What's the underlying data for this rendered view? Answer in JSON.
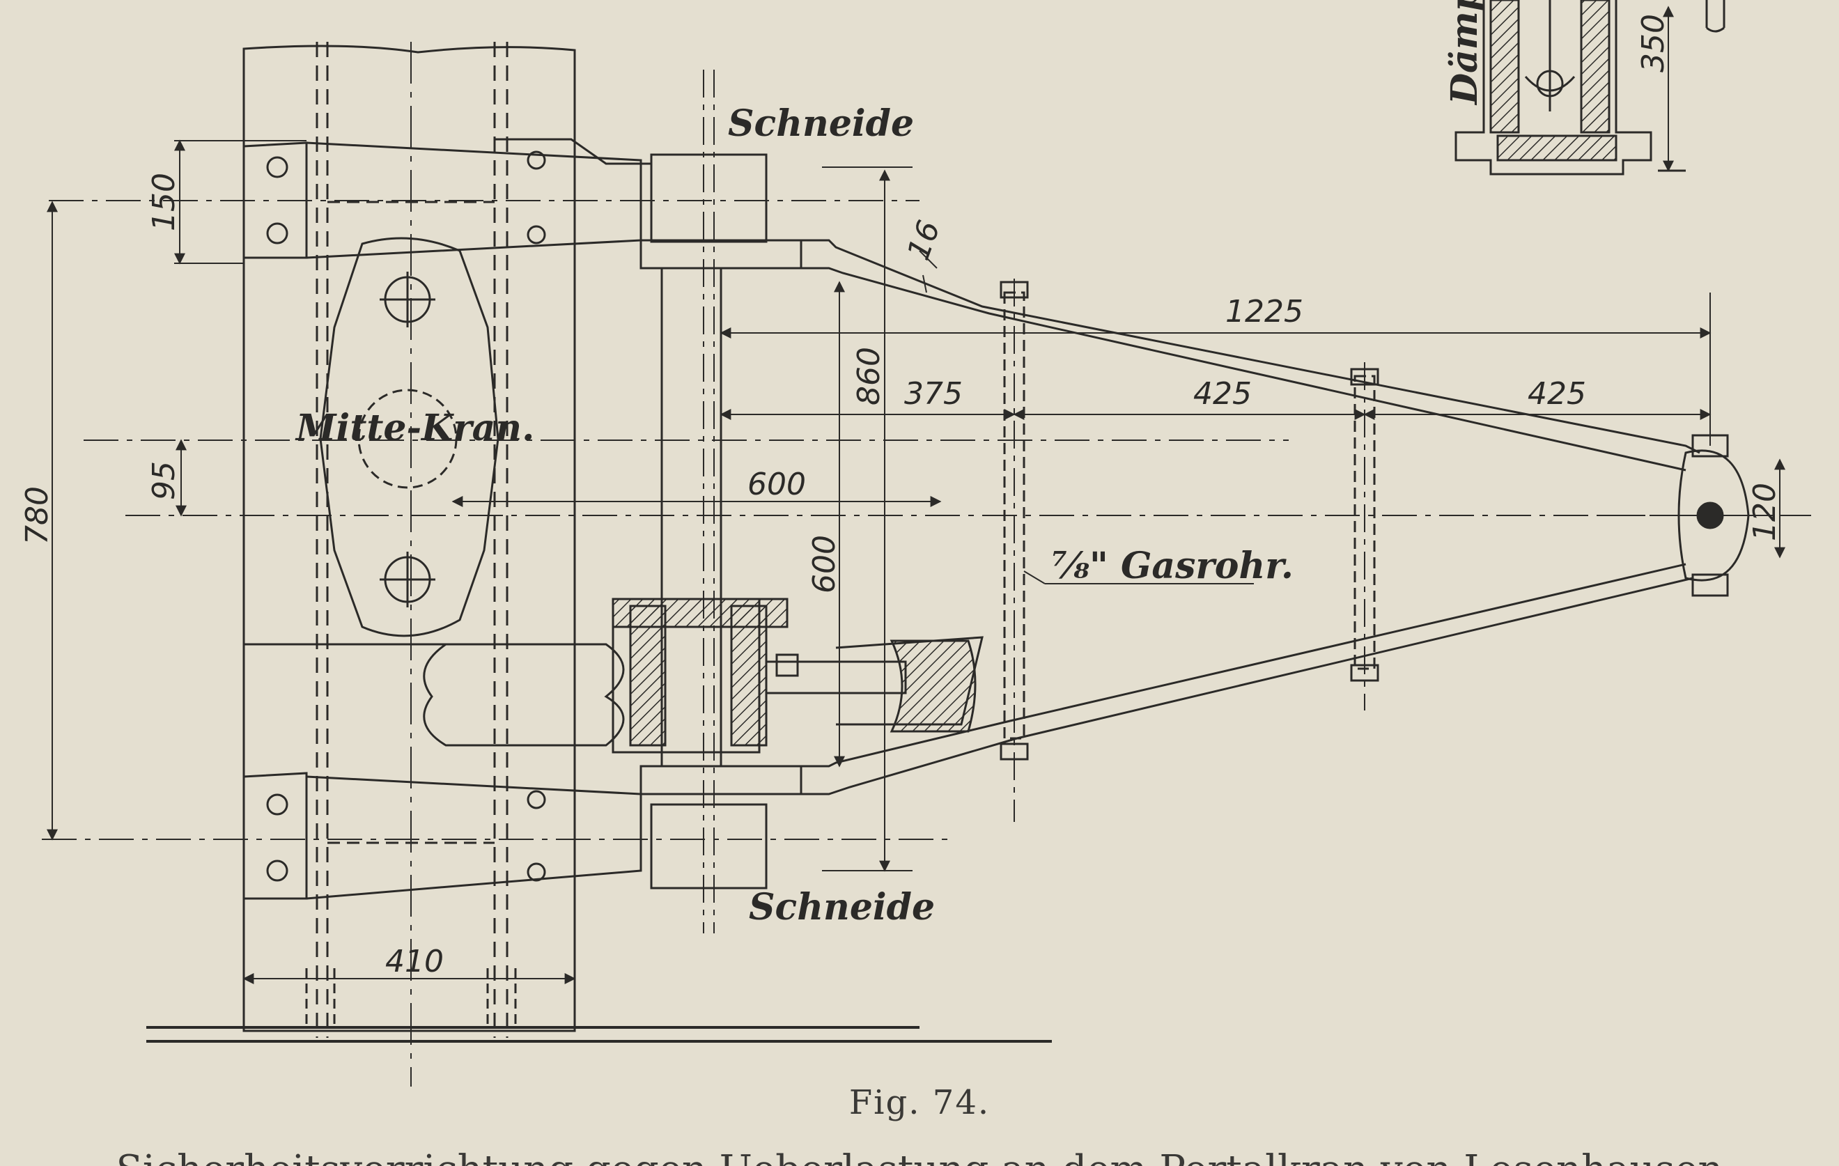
{
  "figure": {
    "number_label": "Fig. 74.",
    "title": "Sicherheitsvorrichtung gegen Ueberlastung an dem Portalkran von Losenhausen"
  },
  "labels": {
    "schneide_top": "Schneide",
    "schneide_bottom": "Schneide",
    "mitte_kran": "Mitte-Kran.",
    "gasrohr": "⅞\" Gasrohr.",
    "dampfer_partial": "Dämpf"
  },
  "dimensions": {
    "d150": "150",
    "d780": "780",
    "d95": "95",
    "d16": "16",
    "d1225": "1225",
    "d860": "860",
    "d375": "375",
    "d425a": "425",
    "d425b": "425",
    "d600h": "600",
    "d600v": "600",
    "d120": "120",
    "d410": "410",
    "d350": "350"
  },
  "colors": {
    "paper": "#e4dfd0",
    "ink": "#2b2a28"
  }
}
